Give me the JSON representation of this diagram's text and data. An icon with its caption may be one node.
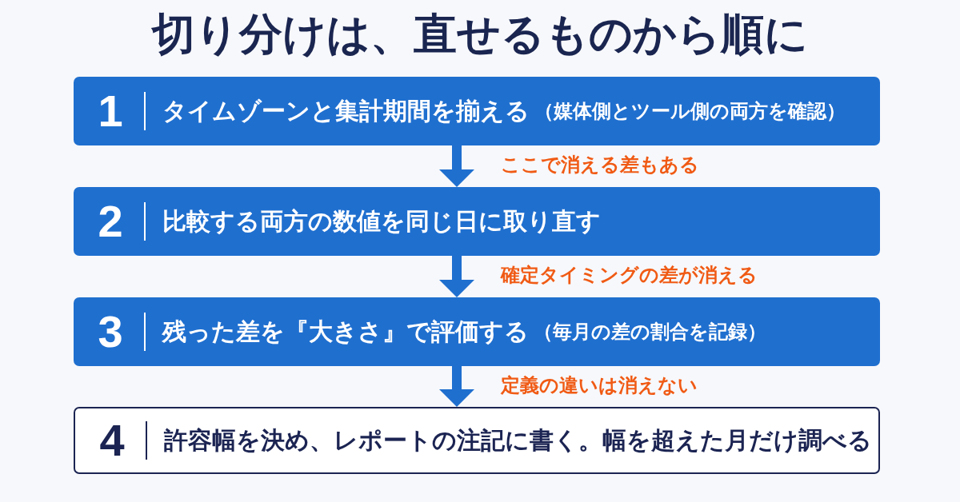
{
  "diagram": {
    "title": "切り分けは、直せるものから順に",
    "nodes": [
      {
        "text": [
          "1",
          "タイムゾーンと集計期間を揃える",
          "（媒体側とツール側の両方を確認）"
        ]
      },
      {
        "text": [
          "2",
          "比較する両方の数値を同じ日に取り直す"
        ]
      },
      {
        "text": [
          "3",
          "残った差を『大きさ』で評価する",
          "（毎月の差の割合を記録）"
        ]
      },
      {
        "text": [
          "4",
          "許容幅を決め、レポートの注記に書く。幅を超えた月だけ調べる"
        ]
      }
    ],
    "edges": [
      {
        "from": 0,
        "to": 1,
        "arrow": "to",
        "label": "ここで消える差もある"
      },
      {
        "from": 1,
        "to": 2,
        "arrow": "to",
        "label": "確定タイミングの差が消える"
      },
      {
        "from": 2,
        "to": 3,
        "arrow": "to",
        "label": "定義の違いは消えない"
      }
    ]
  }
}
